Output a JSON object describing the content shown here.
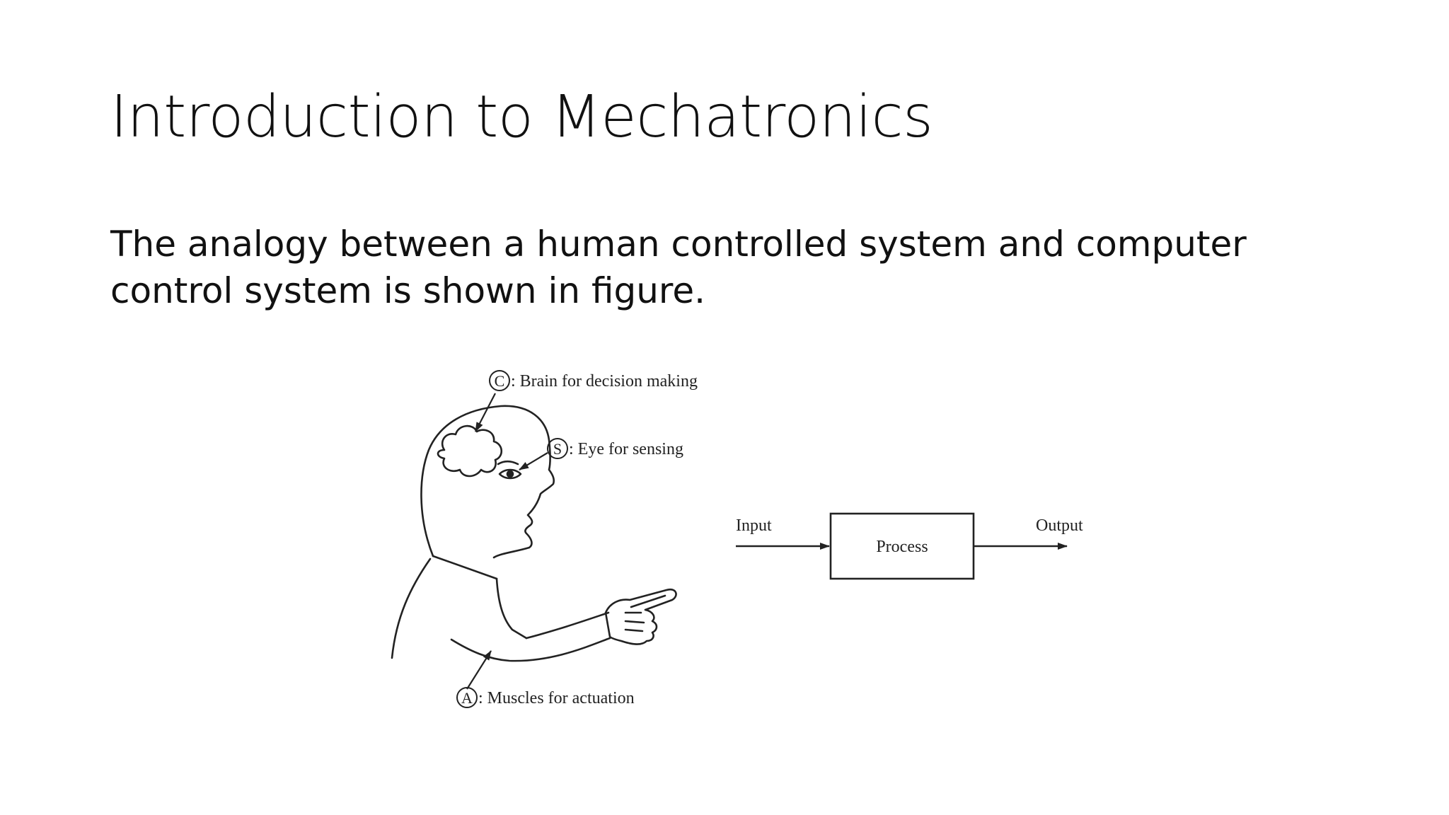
{
  "slide": {
    "title": "Introduction to Mechatronics",
    "body": "The analogy between a human controlled system and computer control system is shown in figure."
  },
  "figure": {
    "human": {
      "brain": {
        "symbol": "C",
        "label": ": Brain for decision making"
      },
      "eye": {
        "symbol": "S",
        "label": ": Eye for sensing"
      },
      "muscles": {
        "symbol": "A",
        "label": ": Muscles for actuation"
      }
    },
    "block": {
      "input_label": "Input",
      "process_label": "Process",
      "output_label": "Output"
    }
  },
  "colors": {
    "text": "#111111",
    "line": "#222222",
    "background": "#ffffff"
  }
}
